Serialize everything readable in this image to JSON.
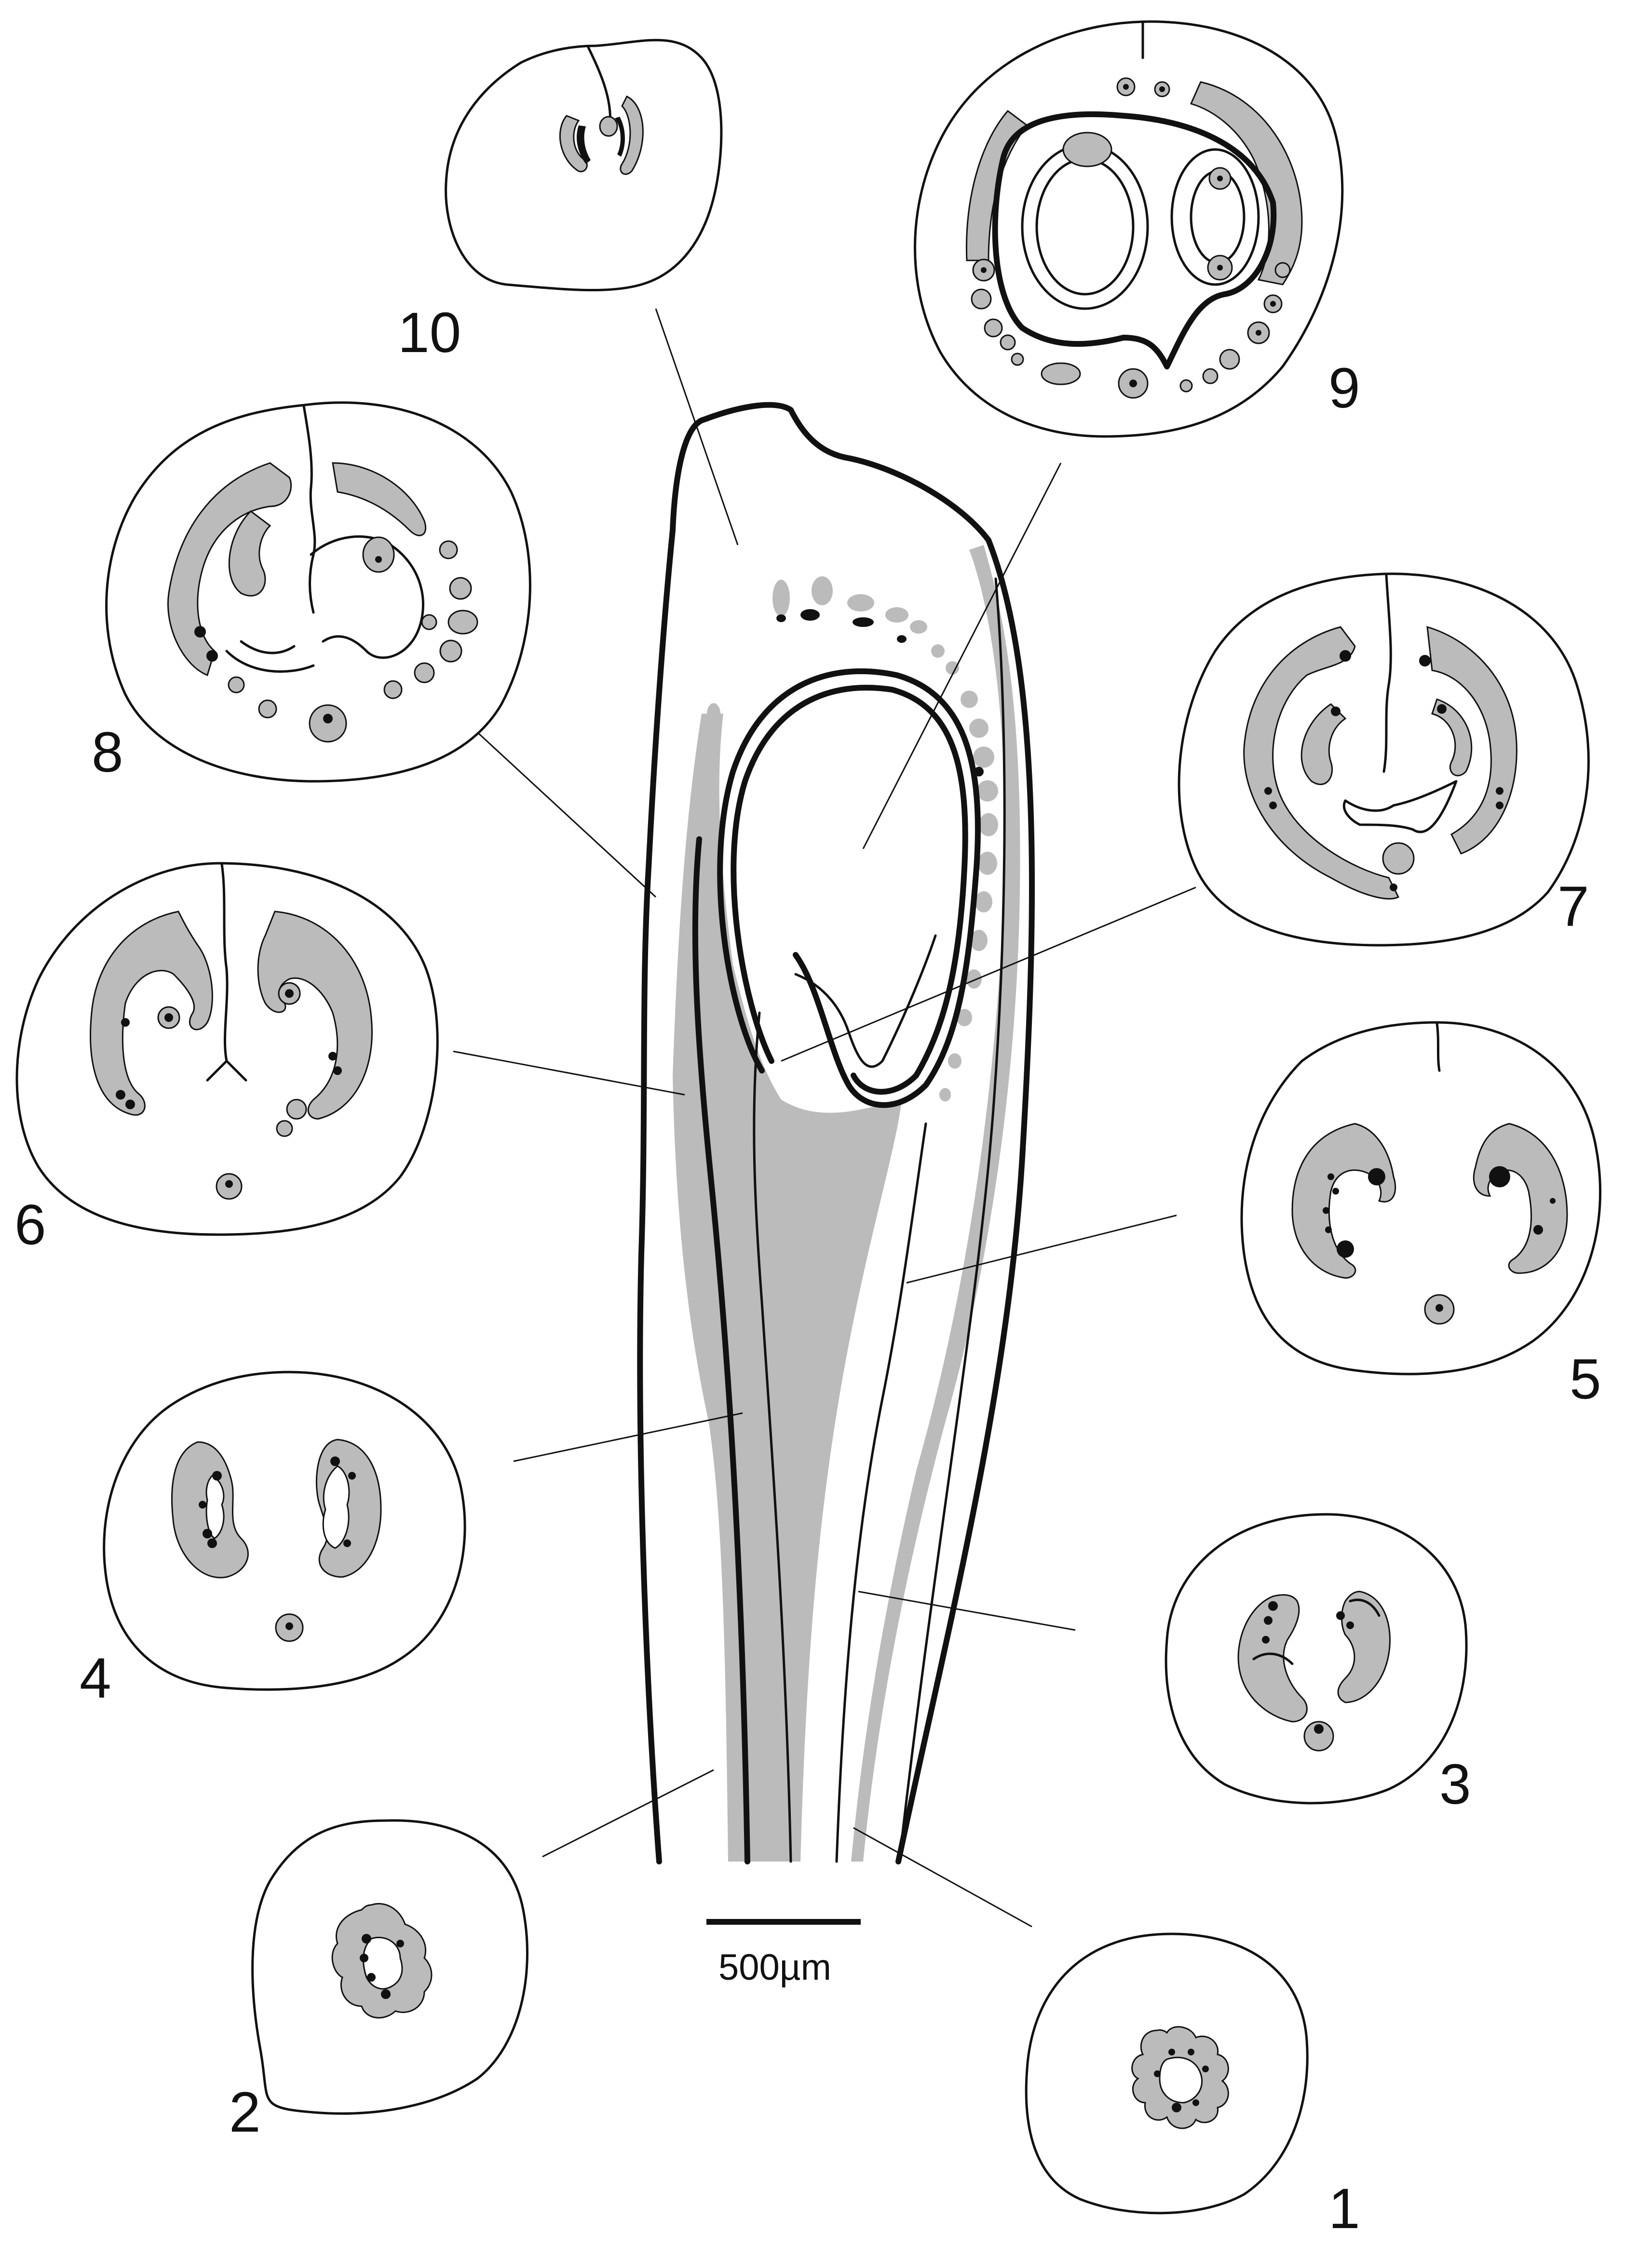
{
  "figure": {
    "colors": {
      "tissue_gray": "#bbbbbb",
      "ink": "#111111",
      "background": "#ffffff"
    },
    "scale_bar": {
      "label": "500µm"
    },
    "section_labels": [
      "1",
      "2",
      "3",
      "4",
      "5",
      "6",
      "7",
      "8",
      "9",
      "10"
    ]
  }
}
